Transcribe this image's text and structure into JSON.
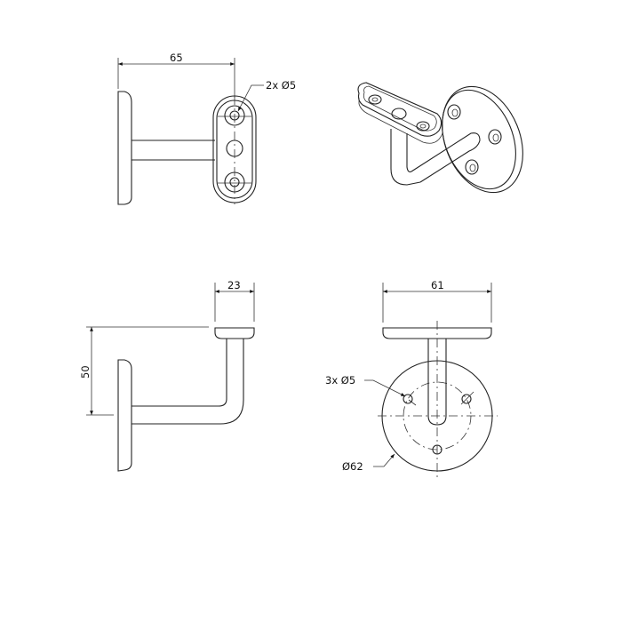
{
  "drawing": {
    "subject": "handrail bracket",
    "views": {
      "top_view": {
        "dim_width": "65",
        "hole_callout": "2x Ø5"
      },
      "isometric_view": {},
      "side_view": {
        "dim_saddle_width": "23",
        "dim_height": "50"
      },
      "front_view": {
        "dim_saddle_length": "61",
        "hole_callout": "3x Ø5",
        "plate_diameter": "Ø62"
      }
    },
    "colors": {
      "line": "#222222",
      "background": "#ffffff"
    }
  }
}
